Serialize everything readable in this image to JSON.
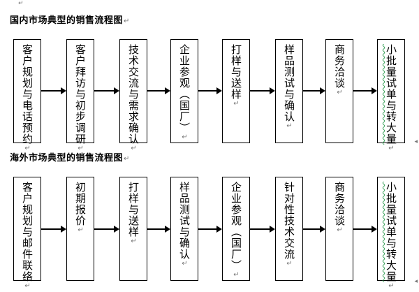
{
  "domestic": {
    "title": "国内市场典型的销售流程图",
    "steps": [
      "客户规划与电话预约",
      "客户拜访与初步调研",
      "技术交流与需求确认",
      "企业参观（国厂）",
      "打样与送样",
      "样品测试与确认",
      "商务洽谈",
      "小批量试单与转大量"
    ]
  },
  "overseas": {
    "title": "海外市场典型的销售流程图",
    "steps": [
      "客户规划与邮件联络",
      "初期报价",
      "打样与送样",
      "样品测试与确认",
      "企业参观（国厂）",
      "针对性技术交流",
      "商务洽谈",
      "小批量试单与转大量"
    ]
  }
}
